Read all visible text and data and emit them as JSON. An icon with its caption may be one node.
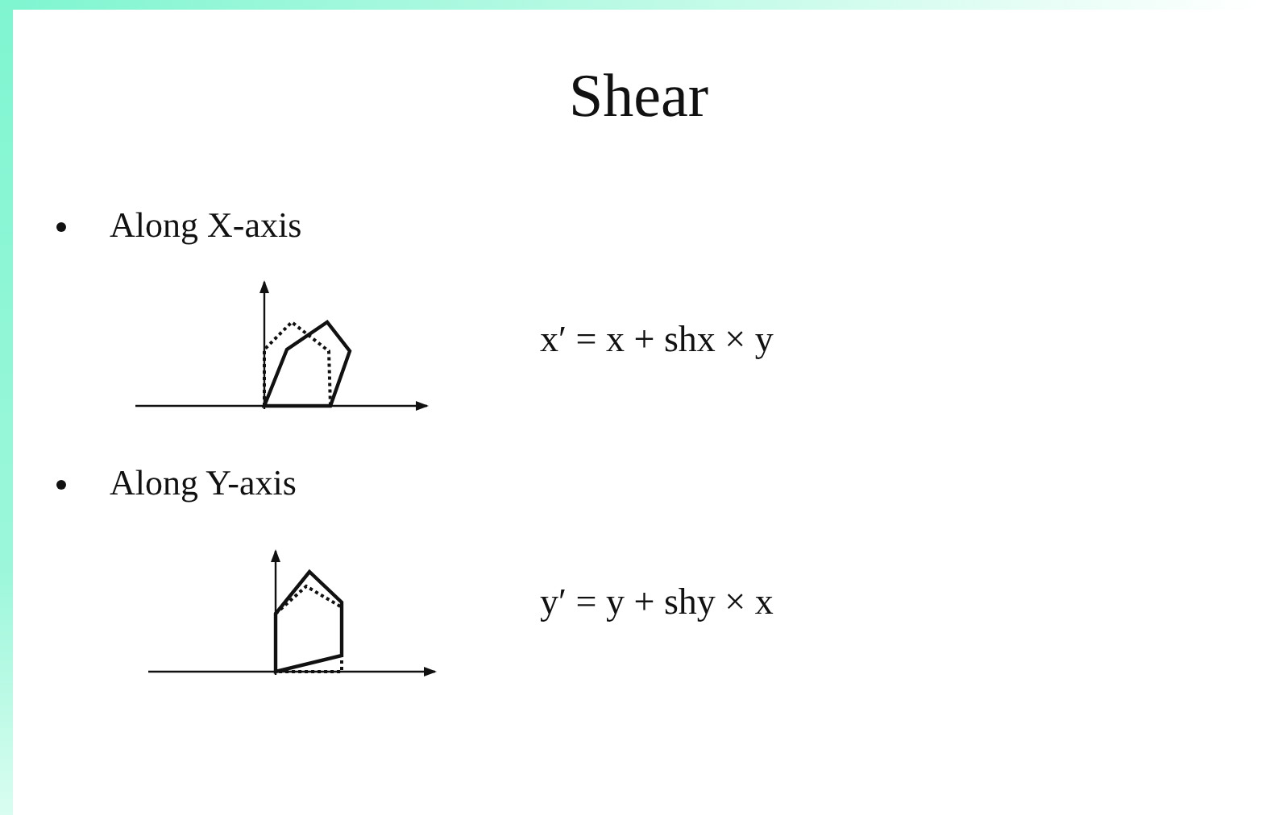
{
  "diagram": {
    "title": "Shear",
    "labels": [
      "Along X-axis",
      "x′ = x + shx × y",
      "Along Y-axis",
      "y′ = y + shy × x"
    ]
  }
}
